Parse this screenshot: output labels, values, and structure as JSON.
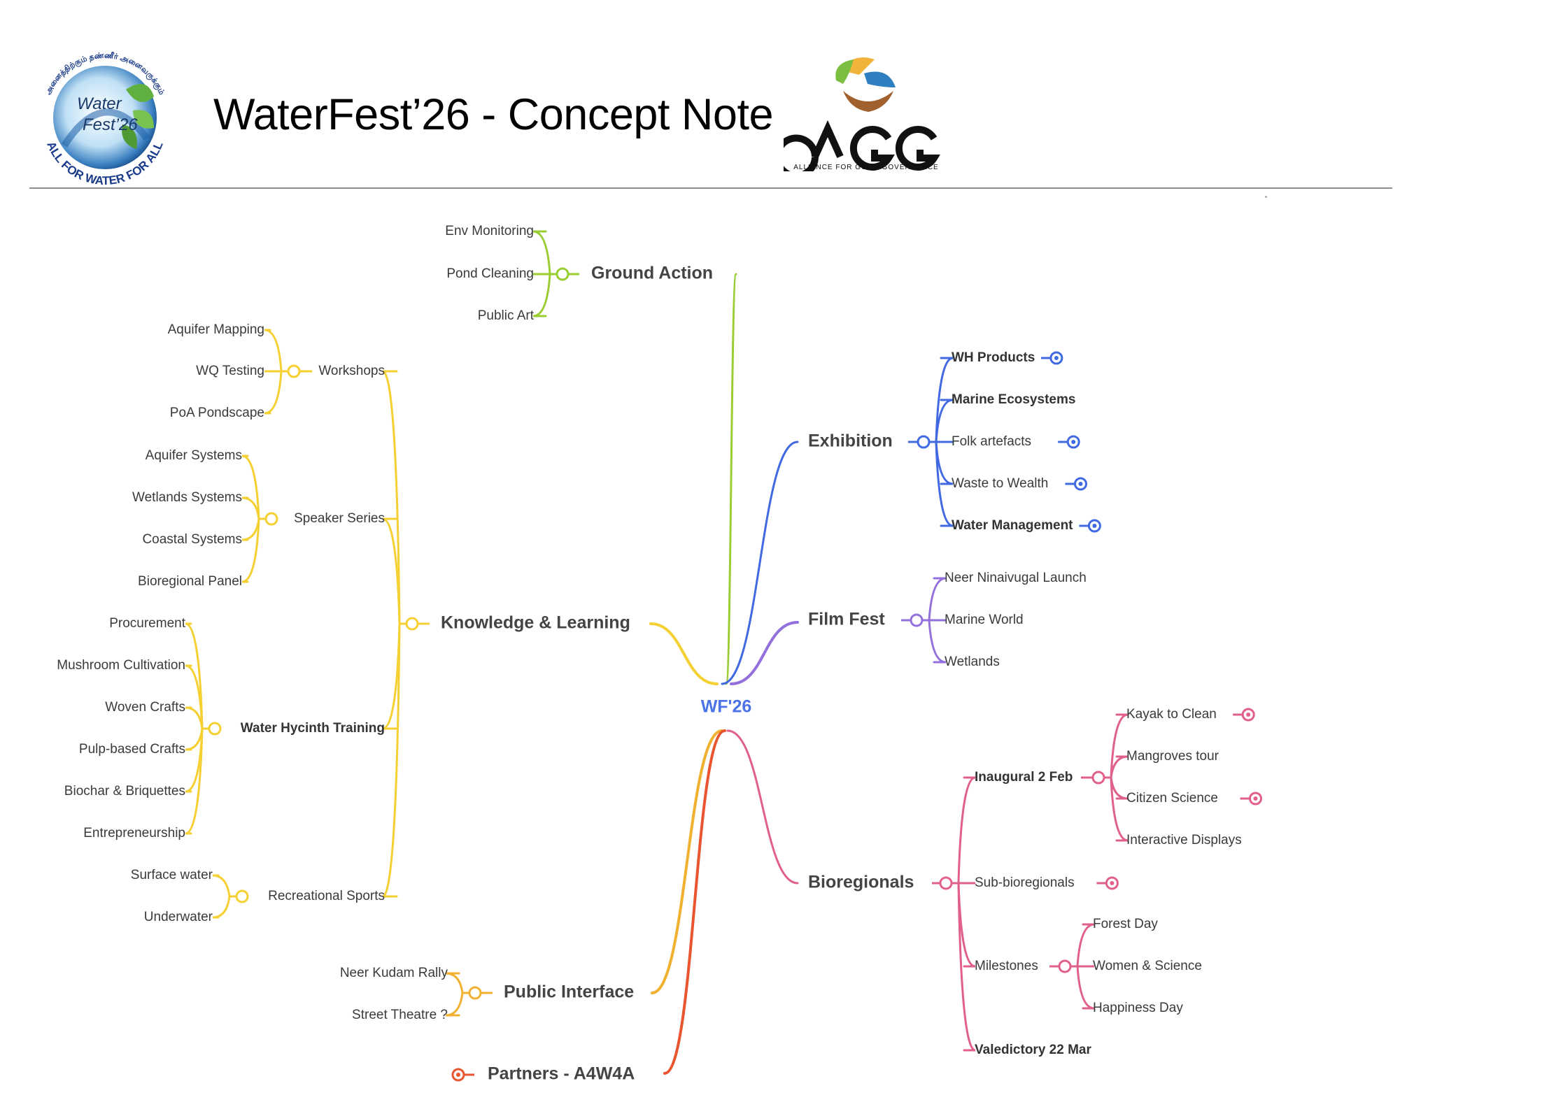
{
  "header": {
    "title": "WaterFest’26 - Concept Note",
    "logo_left": {
      "text_top": "அனைத்திற்கும் தண்ணீர் அனைவருக்கும்",
      "text_middle_1": "Water",
      "text_middle_2": "Fest’26",
      "text_bottom": "ALL FOR WATER FOR ALL"
    },
    "logo_right": {
      "mark": "AGG",
      "caption": "ALLIANCE FOR GOOD GOVERNANCE"
    }
  },
  "mindmap": {
    "root": {
      "label": "WF'26",
      "color": "#4a73e8"
    },
    "colors": {
      "ground": "#9acd32",
      "knowledge": "#f5d033",
      "exhibition": "#4169e1",
      "film": "#9370db",
      "bioregional": "#e0608a",
      "public": "#f0b030",
      "partners": "#e8552f",
      "line_root_left": "#ffd84a",
      "line_root_right": "#e0608a"
    },
    "branches": [
      {
        "id": "ground-action",
        "label": "Ground Action",
        "children": [
          {
            "label": "Env Monitoring"
          },
          {
            "label": "Pond Cleaning"
          },
          {
            "label": "Public Art"
          }
        ]
      },
      {
        "id": "knowledge",
        "label": "Knowledge & Learning",
        "children": [
          {
            "label": "Workshops",
            "children": [
              "Aquifer Mapping",
              "WQ Testing",
              "PoA Pondscape"
            ]
          },
          {
            "label": "Speaker Series",
            "children": [
              "Aquifer Systems",
              "Wetlands Systems",
              "Coastal Systems",
              "Bioregional Panel"
            ]
          },
          {
            "label": "Water Hycinth Training",
            "bold": true,
            "children": [
              "Procurement",
              "Mushroom Cultivation",
              "Woven Crafts",
              "Pulp-based Crafts",
              "Biochar & Briquettes",
              "Entrepreneurship"
            ]
          },
          {
            "label": "Recreational Sports",
            "children": [
              "Surface water",
              "Underwater"
            ]
          }
        ]
      },
      {
        "id": "exhibition",
        "label": "Exhibition",
        "children": [
          {
            "label": "WH Products",
            "bold": true,
            "link": true
          },
          {
            "label": "Marine Ecosystems",
            "bold": true,
            "link": false
          },
          {
            "label": "Folk artefacts",
            "bold": false,
            "link": true
          },
          {
            "label": "Waste to Wealth",
            "bold": false,
            "link": true
          },
          {
            "label": "Water Management",
            "bold": true,
            "link": true
          }
        ]
      },
      {
        "id": "film-fest",
        "label": "Film Fest",
        "children": [
          {
            "label": "Neer Ninaivugal Launch"
          },
          {
            "label": "Marine World"
          },
          {
            "label": "Wetlands"
          }
        ]
      },
      {
        "id": "bioregionals",
        "label": "Bioregionals",
        "children": [
          {
            "label": "Inaugural 2 Feb",
            "bold": true,
            "children": [
              {
                "label": "Kayak to Clean",
                "link": true
              },
              {
                "label": "Mangroves tour",
                "link": false
              },
              {
                "label": "Citizen Science",
                "link": true
              },
              {
                "label": "Interactive Displays",
                "link": false
              }
            ]
          },
          {
            "label": "Sub-bioregionals",
            "bold": false,
            "link": true
          },
          {
            "label": "Milestones",
            "bold": false,
            "children": [
              {
                "label": "Forest Day"
              },
              {
                "label": "Women & Science"
              },
              {
                "label": "Happiness Day"
              }
            ]
          },
          {
            "label": "Valedictory 22 Mar",
            "bold": true
          }
        ]
      },
      {
        "id": "public-interface",
        "label": "Public Interface",
        "children": [
          {
            "label": "Neer Kudam Rally"
          },
          {
            "label": "Street Theatre ?"
          }
        ]
      },
      {
        "id": "partners",
        "label": "Partners - A4W4A",
        "link": true
      }
    ]
  }
}
